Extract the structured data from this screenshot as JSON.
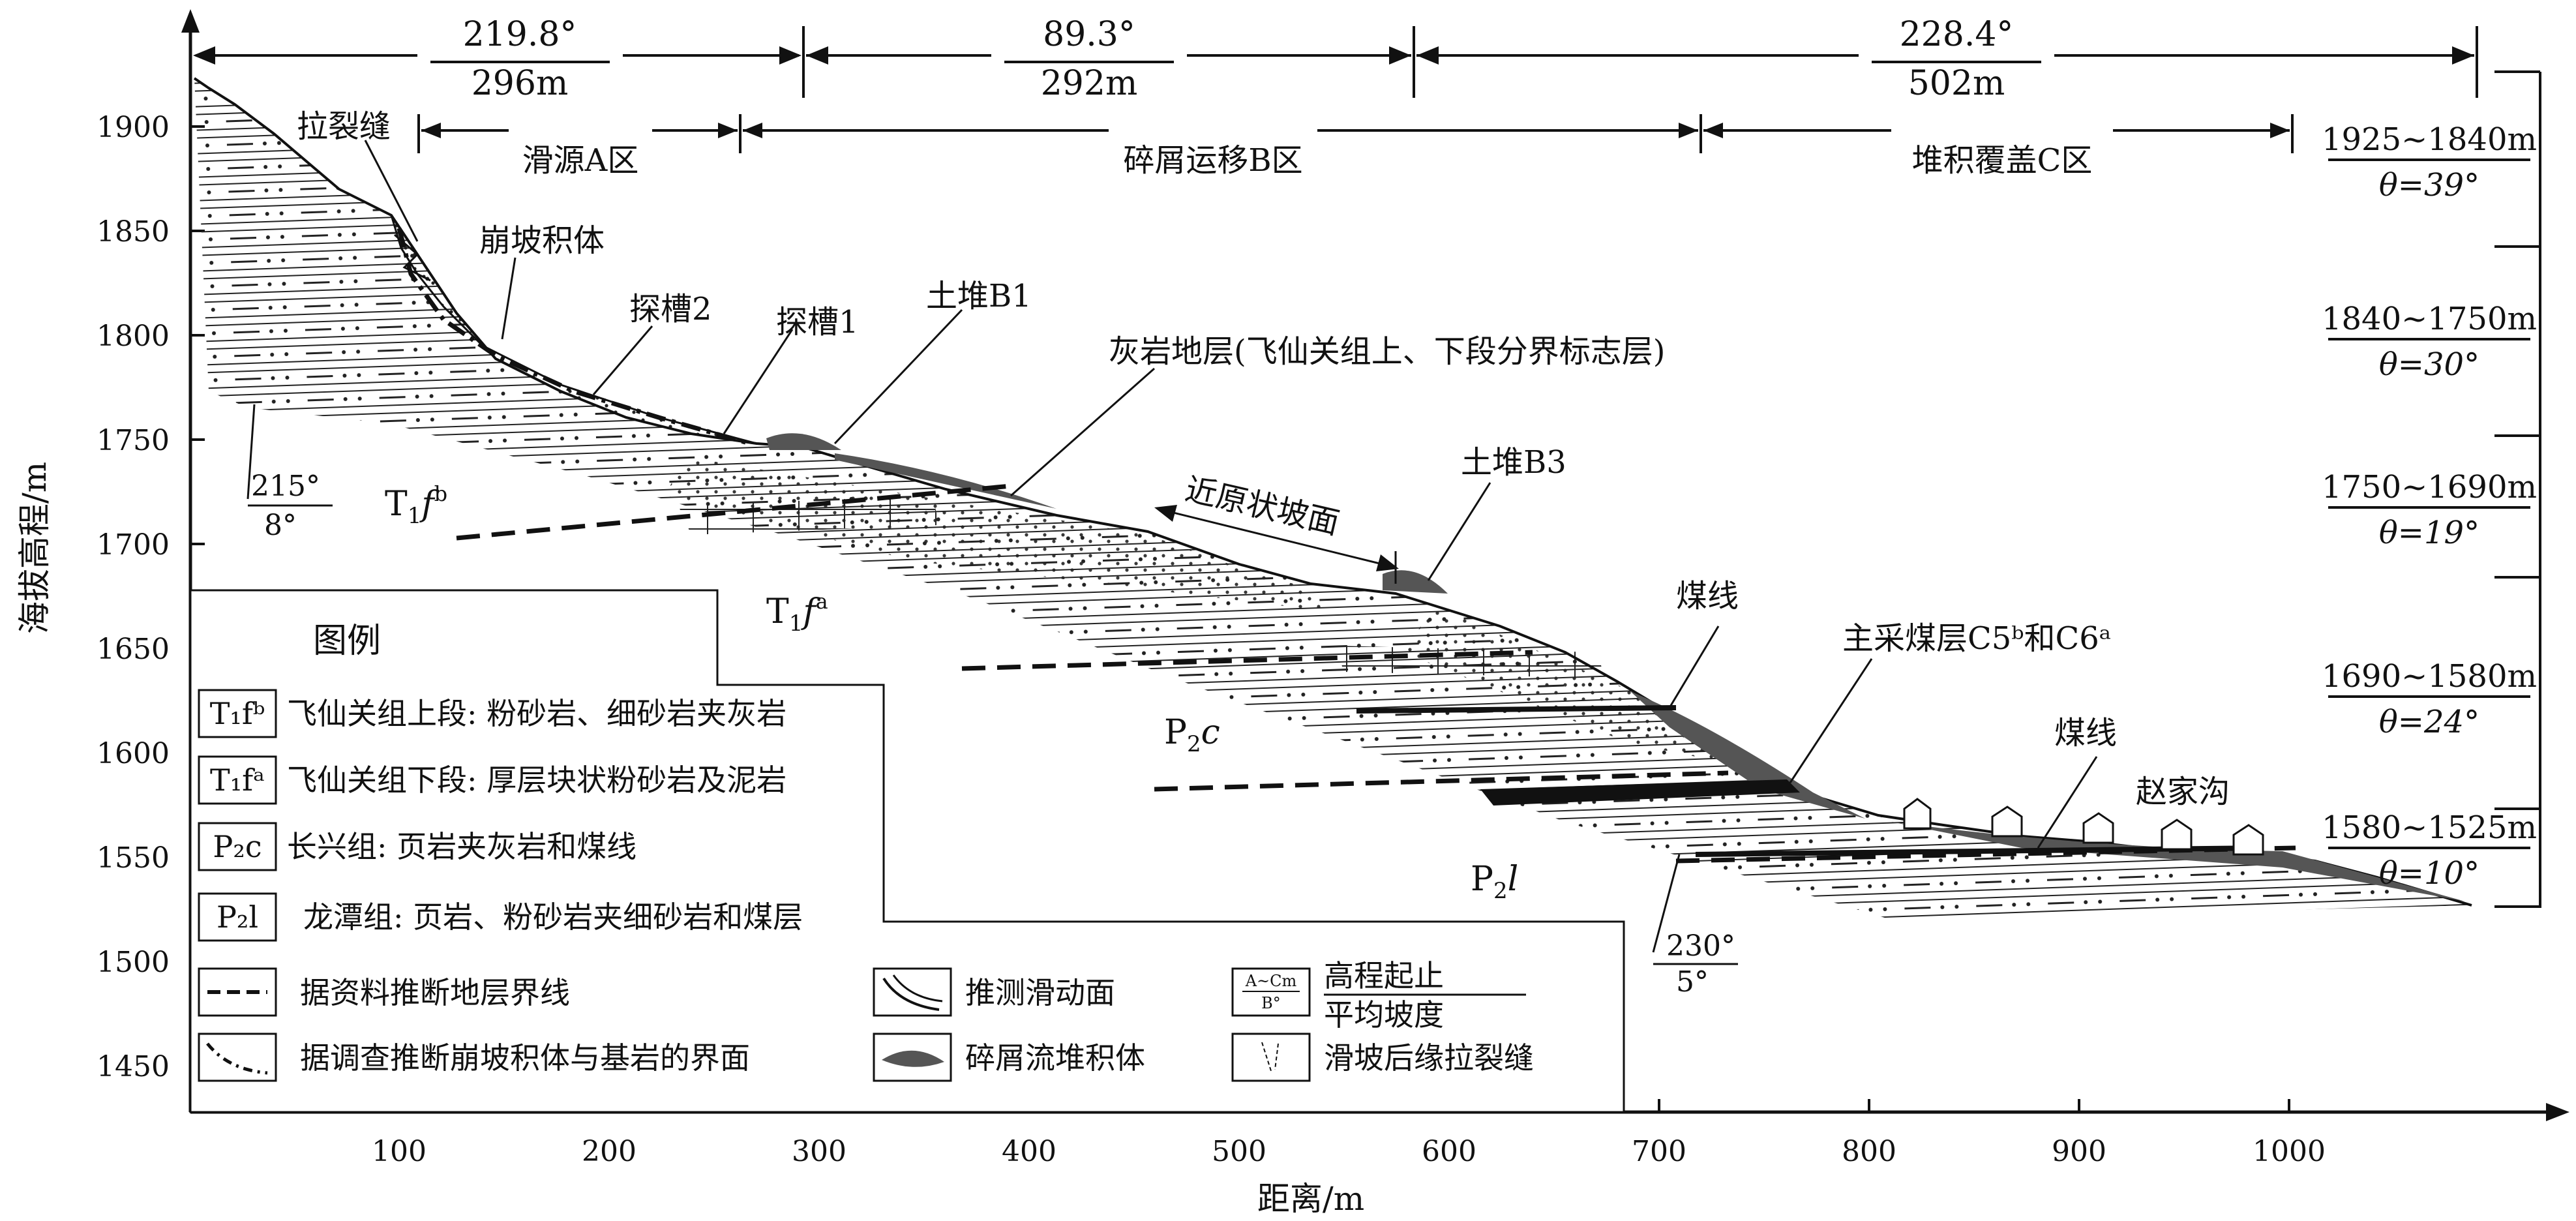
{
  "axes": {
    "x_label": "距离/m",
    "y_label": "海拔高程/m",
    "x_ticks": [
      "100",
      "200",
      "300",
      "400",
      "500",
      "600",
      "700",
      "800",
      "900",
      "1000"
    ],
    "y_ticks": [
      "1900",
      "1850",
      "1800",
      "1750",
      "1700",
      "1650",
      "1600",
      "1550",
      "1500",
      "1450"
    ]
  },
  "top_spans": [
    {
      "angle": "219.8°",
      "length": "296m"
    },
    {
      "angle": "89.3°",
      "length": "292m"
    },
    {
      "angle": "228.4°",
      "length": "502m"
    }
  ],
  "zones": {
    "a": "滑源A区",
    "b": "碎屑运移B区",
    "c": "堆积覆盖C区"
  },
  "annotations": {
    "crack": "拉裂缝",
    "colluvium": "崩坡积体",
    "trench2": "探槽2",
    "trench1": "探槽1",
    "mound_b1": "土堆B1",
    "limestone": "灰岩地层(飞仙关组上、下段分界标志层)",
    "original_slope": "近原状坡面",
    "mound_b3": "土堆B3",
    "coal_line_1": "煤线",
    "main_coal_seam": "主采煤层C5ᵇ和C6ᵃ",
    "coal_line_2": "煤线",
    "zhaojiagou": "赵家沟",
    "attitude_left_dir": "215°",
    "attitude_left_dip": "8°",
    "attitude_right_dir": "230°",
    "attitude_right_dip": "5°"
  },
  "formations": {
    "t1fb_main": "T",
    "t1fb_sub": "1",
    "t1fb_italic": "f",
    "t1fb_sup": "b",
    "t1fa_main": "T",
    "t1fa_sub": "1",
    "t1fa_italic": "f",
    "t1fa_sup": "a",
    "p2c_main": "P",
    "p2c_sub": "2",
    "p2c_italic": "c",
    "p2l_main": "P",
    "p2l_sub": "2",
    "p2l_italic": "l"
  },
  "slope_segments": [
    {
      "range": "1925~1840m",
      "theta": "θ=39°"
    },
    {
      "range": "1840~1750m",
      "theta": "θ=30°"
    },
    {
      "range": "1750~1690m",
      "theta": "θ=19°"
    },
    {
      "range": "1690~1580m",
      "theta": "θ=24°"
    },
    {
      "range": "1580~1525m",
      "theta": "θ=10°"
    }
  ],
  "legend": {
    "title": "图例",
    "items": [
      {
        "code": "T₁fᵇ",
        "text": "飞仙关组上段: 粉砂岩、细砂岩夹灰岩"
      },
      {
        "code": "T₁fᵃ",
        "text": "飞仙关组下段: 厚层块状粉砂岩及泥岩"
      },
      {
        "code": "P₂c",
        "text": "长兴组: 页岩夹灰岩和煤线"
      },
      {
        "code": "P₂l",
        "text": "龙潭组: 页岩、粉砂岩夹细砂岩和煤层"
      }
    ],
    "line_items": {
      "inferred_boundary": "据资料推断地层界线",
      "surveyed_interface": "据调查推断崩坡积体与基岩的界面",
      "sliding_surface": "推测滑动面",
      "debris_deposit": "碎屑流堆积体",
      "elev_icon_top": "A~Cm",
      "elev_icon_bottom": "B°",
      "elevation_range": "高程起止",
      "average_slope": "平均坡度",
      "rear_crack": "滑坡后缘拉裂缝"
    }
  }
}
